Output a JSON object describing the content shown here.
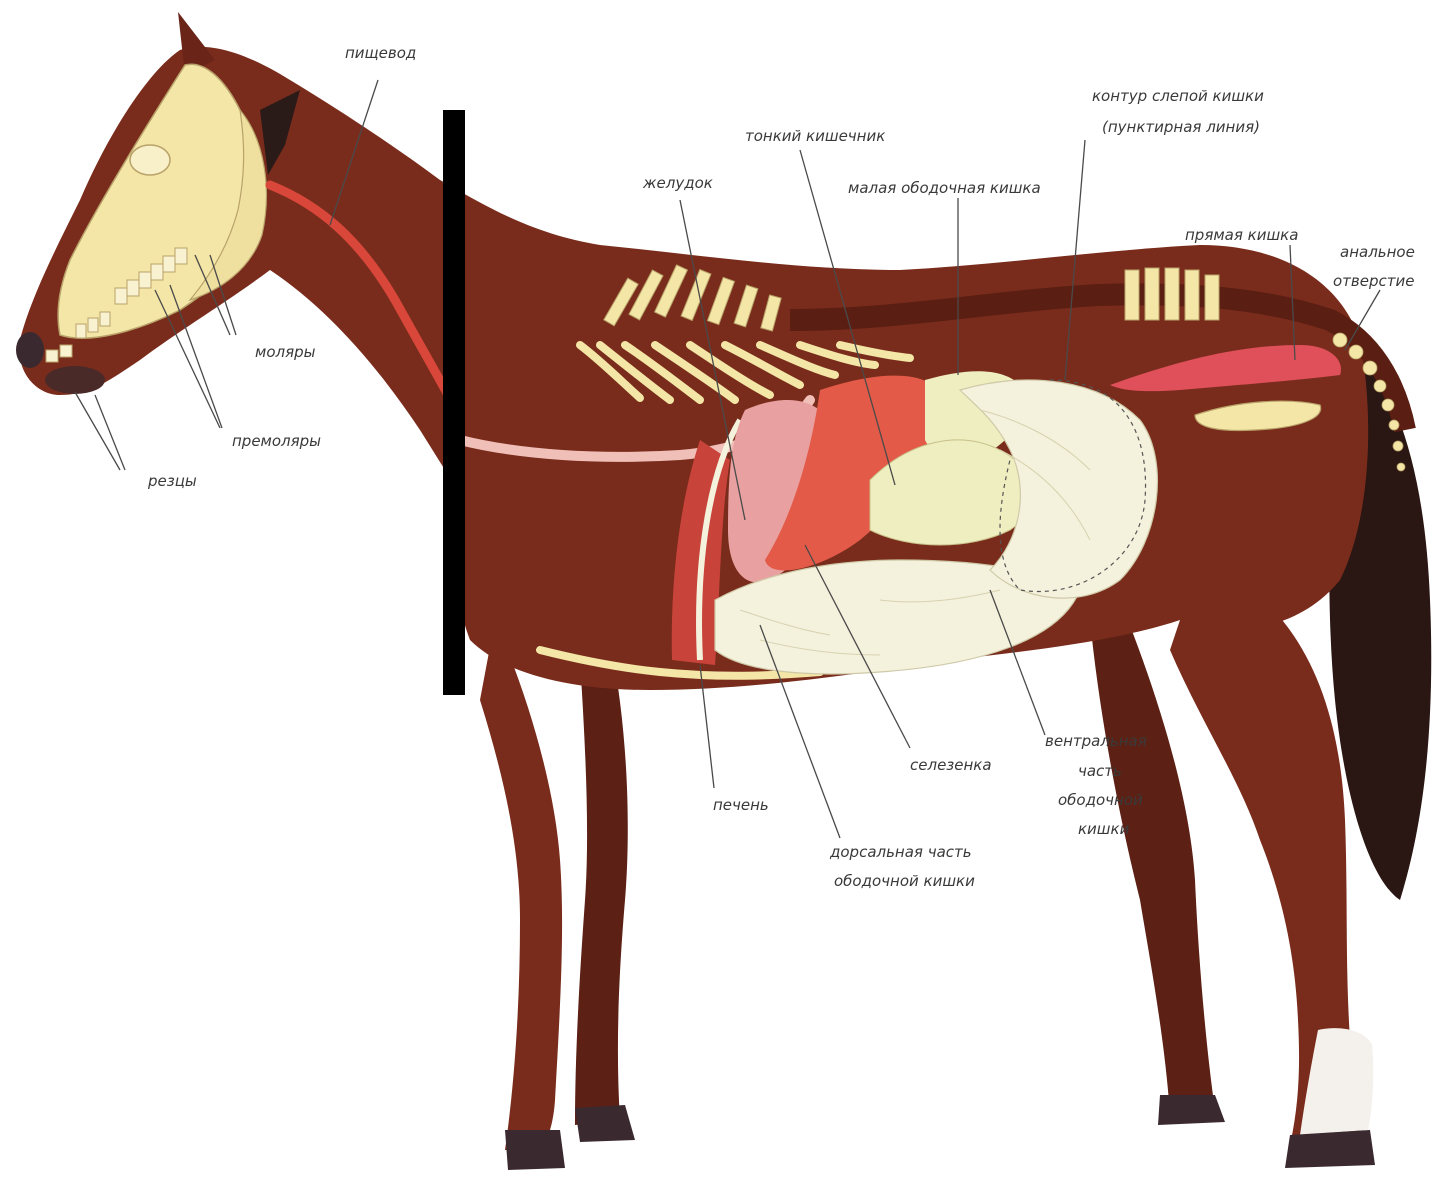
{
  "colors": {
    "background": "#ffffff",
    "coat": "#7a2c1c",
    "coat_dark": "#5c2014",
    "bone": "#f3e6a6",
    "esophagus": "#d9473a",
    "stomach": "#e8846f",
    "spleen": "#d8574a",
    "liver": "#c8433a",
    "intestine": "#f4f1dc",
    "small_intestine": "#eeeec0",
    "rectum": "#e0505a",
    "hoof": "#3a2a30",
    "label_text": "#3a3a3a",
    "divider": "#000000"
  },
  "labels": {
    "esophagus": "пищевод",
    "molars": "моляры",
    "premolars": "премоляры",
    "incisors": "резцы",
    "stomach": "желудок",
    "small_intestine": "тонкий кишечник",
    "small_colon": "малая ободочная кишка",
    "cecum_outline_1": "контур слепой кишки",
    "cecum_outline_2": "(пунктирная линия)",
    "rectum": "прямая кишка",
    "anus_1": "анальное",
    "anus_2": "отверстие",
    "spleen": "селезенка",
    "liver": "печень",
    "ventral_colon_1": "вентральная",
    "ventral_colon_2": "часть",
    "ventral_colon_3": "ободочной",
    "ventral_colon_4": "кишки",
    "dorsal_colon_1": "дорсальная часть",
    "dorsal_colon_2": "ободочной кишки"
  }
}
